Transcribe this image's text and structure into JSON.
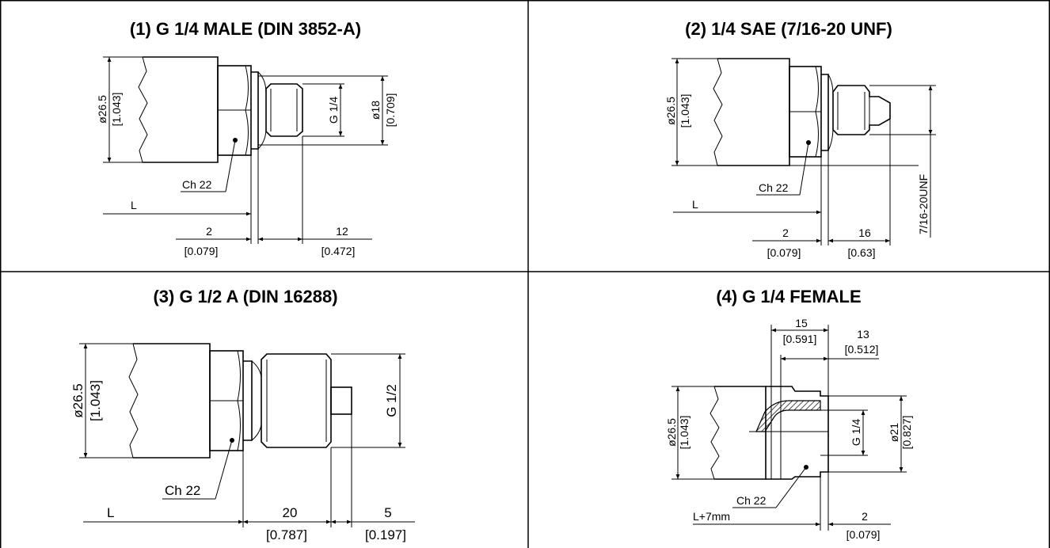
{
  "panels": [
    {
      "title": "(1) G 1/4 MALE (DIN 3852-A)",
      "labels": {
        "diameter": "ø26.5",
        "diameter_in": "[1.043]",
        "thread": "G 1/4",
        "outer": "ø18",
        "outer_in": "[0.709]",
        "wrench": "Ch 22",
        "length": "L",
        "d1": "2",
        "d1_in": "[0.079]",
        "d2": "12",
        "d2_in": "[0.472]"
      }
    },
    {
      "title": "(2) 1/4 SAE (7/16-20 UNF)",
      "labels": {
        "diameter": "ø26.5",
        "diameter_in": "[1.043]",
        "thread": "7/16-20UNF",
        "wrench": "Ch 22",
        "length": "L",
        "d1": "2",
        "d1_in": "[0.079]",
        "d2": "16",
        "d2_in": "[0.63]"
      }
    },
    {
      "title": "(3) G 1/2 A (DIN 16288)",
      "labels": {
        "diameter": "ø26.5",
        "diameter_in": "[1.043]",
        "thread": "G 1/2",
        "wrench": "Ch 22",
        "length": "L",
        "d1": "20",
        "d1_in": "[0.787]",
        "d2": "5",
        "d2_in": "[0.197]"
      }
    },
    {
      "title": "(4) G 1/4 FEMALE",
      "labels": {
        "diameter": "ø26.5",
        "diameter_in": "[1.043]",
        "thread": "G 1/4",
        "outer": "ø21",
        "outer_in": "[0.827]",
        "wrench": "Ch 22",
        "length": "L+7mm",
        "d1": "2",
        "d1_in": "[0.079]",
        "top1": "15",
        "top1_in": "[0.591]",
        "top2": "13",
        "top2_in": "[0.512]"
      }
    }
  ]
}
